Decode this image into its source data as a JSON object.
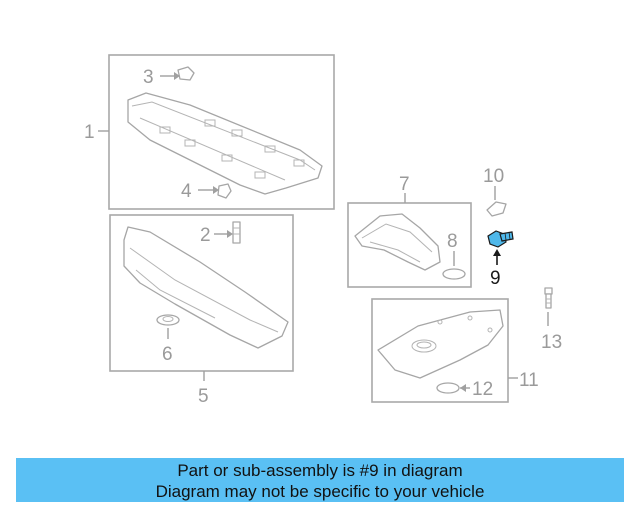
{
  "callouts": {
    "c1": "1",
    "c2": "2",
    "c3": "3",
    "c4": "4",
    "c5": "5",
    "c6": "6",
    "c7": "7",
    "c8": "8",
    "c9": "9",
    "c10": "10",
    "c11": "11",
    "c12": "12",
    "c13": "13"
  },
  "highlighted_part": "9",
  "colors": {
    "highlight": "#4fb8ea",
    "banner": "#5ac0f4",
    "line_art": "#a6a6a6"
  },
  "banner": {
    "line1": "Part or sub-assembly is #9 in diagram",
    "line2": "Diagram may not be specific to your vehicle"
  }
}
